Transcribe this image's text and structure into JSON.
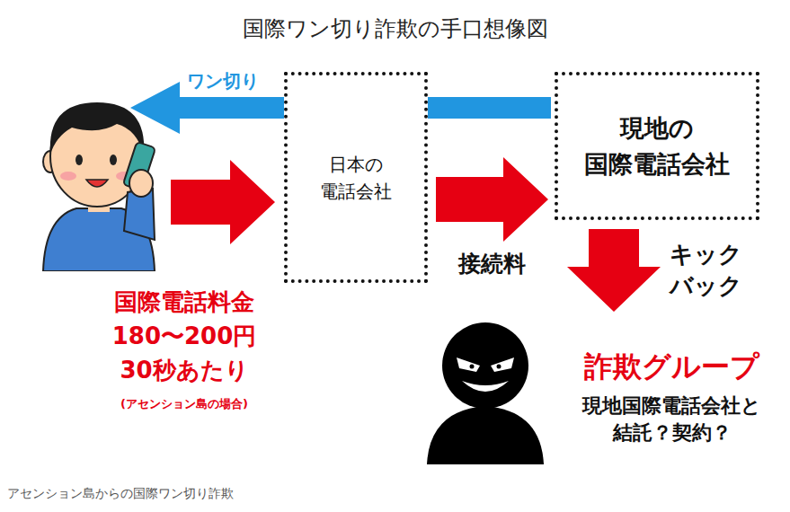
{
  "diagram": {
    "title": "国際ワン切り詐欺の手口想像図",
    "caption": "アセンション島からの国際ワン切り詐欺",
    "nodes": [
      {
        "text": [
          "国際電話料金 180〜200円 30秒あたり",
          "(アセンション島の場合)"
        ]
      },
      {
        "text": [
          "日本の 電話会社"
        ]
      },
      {
        "text": [
          "現地の 国際電話会社"
        ]
      },
      {
        "text": [
          "詐欺グループ",
          "現地国際電話会社と 結託？契約？"
        ]
      }
    ],
    "edges": [
      {
        "from": 2,
        "to": 0,
        "label": "ワン切り",
        "arrow": "to"
      },
      {
        "from": 0,
        "to": 1,
        "arrow": "to"
      },
      {
        "from": 1,
        "to": 2,
        "label": "接続料",
        "arrow": "to"
      },
      {
        "from": 2,
        "to": 3,
        "label": "キック バック",
        "arrow": "to"
      }
    ]
  }
}
